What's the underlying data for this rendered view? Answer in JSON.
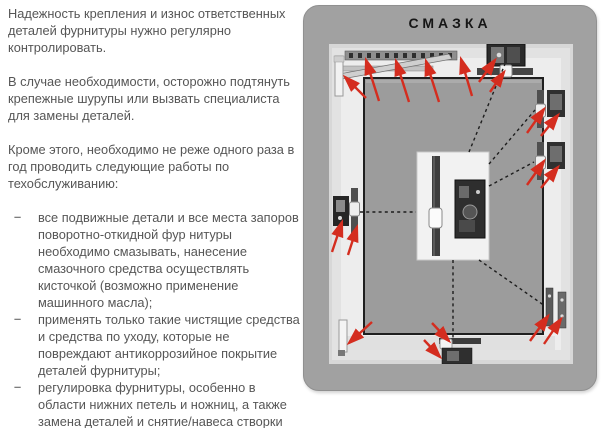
{
  "article": {
    "paragraphs": [
      "Надежность крепления и износ ответственных деталей фурнитуры нужно регулярно контролировать.",
      "В случае необходимости, осторожно подтянуть крепежные шурупы или вызвать специалиста для замены деталей.",
      "Кроме этого, необходимо не реже одного раза в год проводить следующие работы по техобслуживанию:"
    ],
    "bullet_marker": "–",
    "bullets": [
      "все подвижные детали и все места запоров поворотно-откидной фур нитуры необходимо смазывать, нанесение смазочного средства осуществлять кисточкой (возможно применение машинного масла);",
      "применять только такие чистящие средства и средства по уходу, которые не повреждают антикоррозийное покрытие деталей фурнитуры;",
      "регулировка фурнитуры, особенно в области нижних петель и ножниц, а также замена деталей и снятие/навеса створки должна проводиться специалистами."
    ]
  },
  "diagram": {
    "title": "СМАЗКА"
  },
  "colors": {
    "accent-red": "#d42d1f",
    "panel-grey": "#a1a1a1",
    "title-black": "#161616",
    "body-text": "#565656",
    "photo-grey": "#d7d7d7"
  }
}
